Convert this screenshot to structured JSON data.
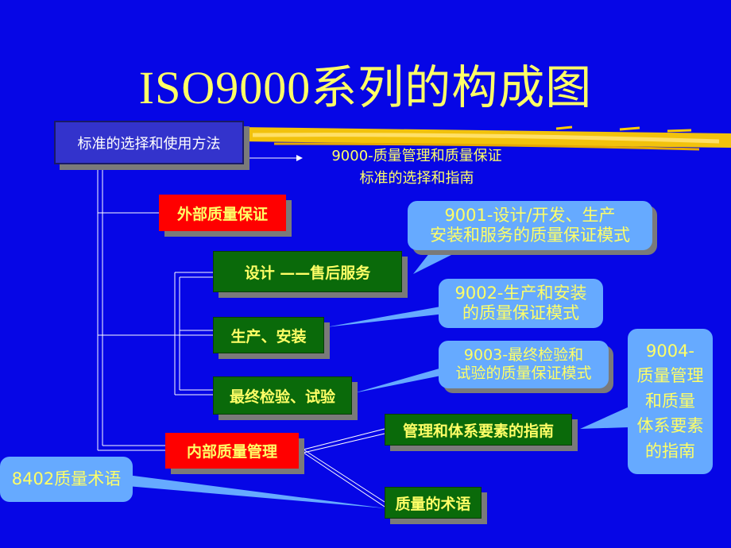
{
  "title": "ISO9000系列的构成图",
  "root": "标准的选择和使用方法",
  "note_9000": {
    "line1": "9000-质量管理和质量保证",
    "line2": "标准的选择和指南"
  },
  "external": "外部质量保证",
  "design": "设计 ——售后服务",
  "production": "生产、安装",
  "inspection": "最终检验、试验",
  "internal": "内部质量管理",
  "guide": "管理和体系要素的指南",
  "terms": "质量的术语",
  "callout_9001": {
    "line1": "9001-设计/开发、生产",
    "line2": "安装和服务的质量保证模式"
  },
  "callout_9002": {
    "line1": "9002-生产和安装",
    "line2": "的质量保证模式"
  },
  "callout_9003": {
    "line1": "9003-最终检验和",
    "line2": "试验的质量保证模式"
  },
  "callout_9004": {
    "line1": "9004-",
    "line2": "质量管理",
    "line3": "和质量",
    "line4": "体系要素",
    "line5": "的指南"
  },
  "callout_8402": "8402质量术语",
  "colors": {
    "background": "#0606e6",
    "title": "#ffff66",
    "green_box": "#0a6a0a",
    "red_box": "#ff0000",
    "callout": "#66aaff",
    "highlight_stroke": "#ffcc00"
  }
}
